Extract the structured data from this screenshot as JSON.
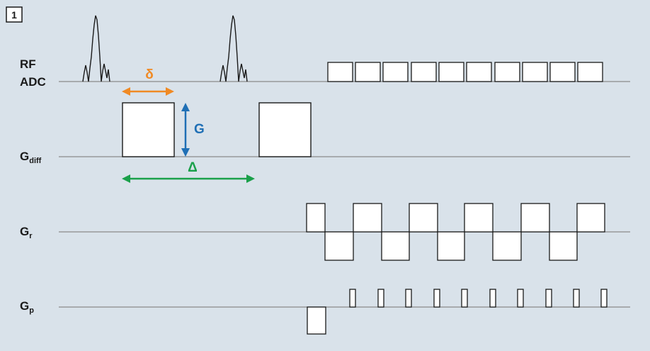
{
  "figure_number": "1",
  "rows": {
    "rf_label": "RF",
    "adc_label": "ADC",
    "gdiff_label_main": "G",
    "gdiff_label_sub": "diff",
    "gr_label_main": "G",
    "gr_label_sub": "r",
    "gp_label_main": "G",
    "gp_label_sub": "p"
  },
  "annotations": {
    "delta_small": "δ",
    "delta_small_color": "#f08a24",
    "gradient_strength": "G",
    "gradient_strength_color": "#1f6fb5",
    "delta_large": "Δ",
    "delta_large_color": "#1aa04a"
  },
  "colors": {
    "background": "#d9e2ea",
    "baseline": "#8a8a8a",
    "box_fill": "#ffffff",
    "box_stroke": "#1a1a1a"
  }
}
